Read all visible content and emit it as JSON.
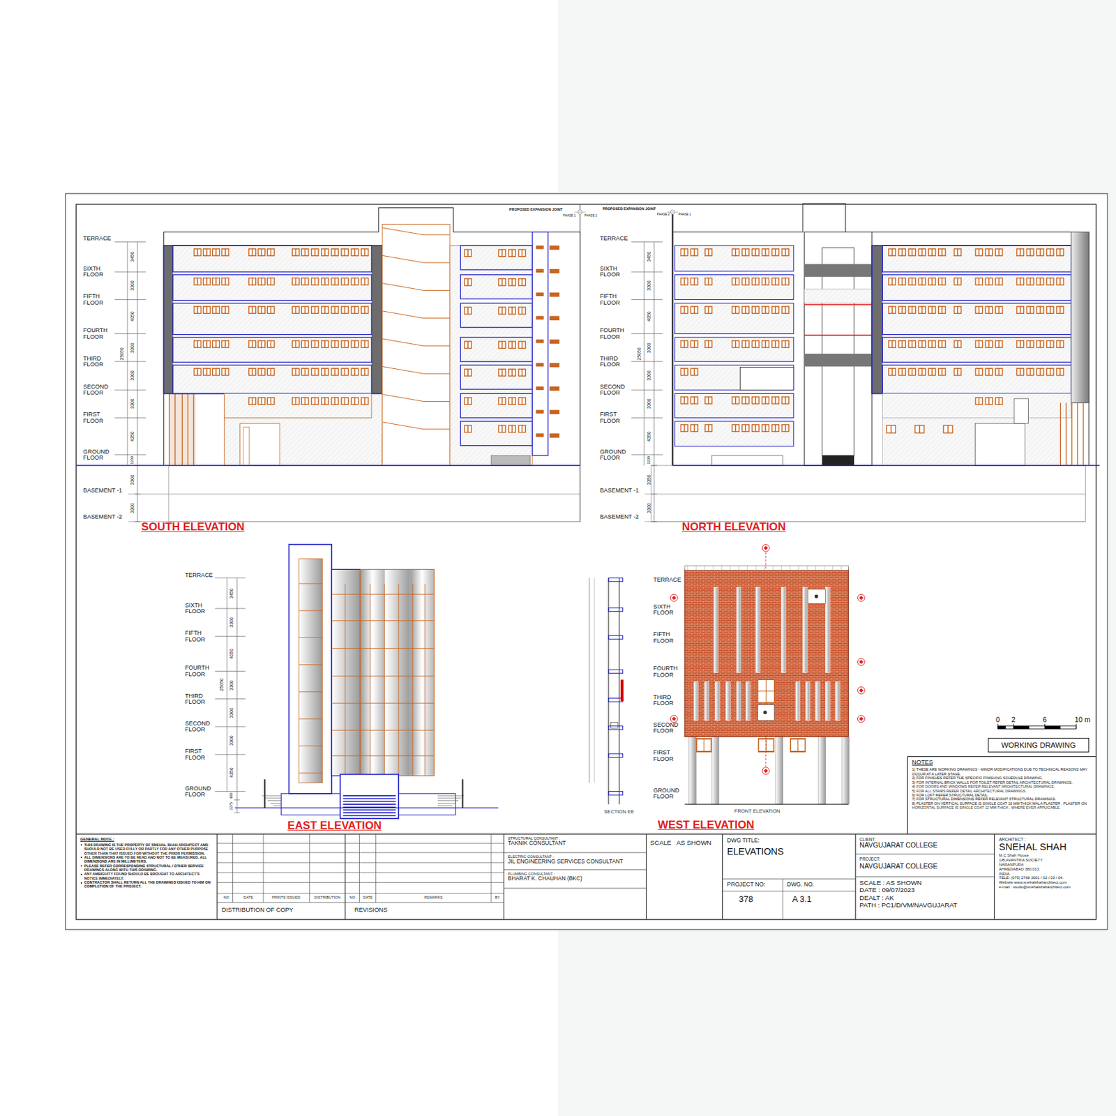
{
  "diagram": {
    "nodes": [
      {
        "text": [
          "WORKING DRAWING"
        ]
      },
      {
        "text": [
          "NOTES",
          "1) THESE ARE WORKING DRAWINGS - MINOR MODIFICATIONS DUE TO TECHNICAL REASONS MAY OCCUR AT A LATER STAGE.",
          "2) FOR FINISHES REFER THE SPECIFIC FINISHING SCHEDULE DRAWING.",
          "3) FOR INTERNAL BRICK WALLS FOR TOILET REFER DETAIL ARCHITECTURAL DRAWINGS.",
          "4) FOR DOORS AND WINDOWS REFER RELEVANT ARCHITECTURAL DRAWINGS.",
          "5) FOR ALL STAIRS REFER DETAIL ARCHITECTURAL DRAWINGS.",
          "6) FOR LOFT REFER STRUCTURAL DETAIL.",
          "7) FOR STRUCTURAL DIMENSIONS REFER RELEVANT STRUCTURAL DRAWINGS.",
          "8) PLASTER ON VERTICAL SURFACE IS SINGLE COAT 15 MM THICK MALA PLASTER . PLASTER ON HORIZONTAL SURFACE IS SINGLE COAT 12 MM THICK . WHERE EVER APPLICABLE."
        ]
      },
      {
        "text": [
          "GENERAL NOTE :",
          "THIS DRAWING IS THE PROPERTY OF SNEHAL SHAH ARCHITECT AND SHOULD NOT BE USED FULLY OR PARTLY FOR ANY OTHER PURPOSE OTHER THAN THAT ISSUED FOR WITHOUT THE PRIOR PERMISSION.",
          "ALL DIMENSIONS ARE TO BE READ AND NOT TO BE MEASURED. ALL DIMENSIONS ARE IN MILLIMETERS.",
          "PLEASE REFER CORRESPONDING STRUCTURAL / OTHER SERVICE DRAWINGS ALONG WITH THIS DRAWING.",
          "ANY AMBIGUITY FOUND SHOULD BE BROUGHT TO ARCHITECT'S NOTICE IMMEDIATELY.",
          "CONTRACTOR SHALL RETURN ALL THE DRAWINGS ISSUED TO HIM ON COMPLETION OF THE PROJECT."
        ]
      },
      {
        "text": [
          "DISTRIBUTION OF COPY"
        ]
      },
      {
        "text": [
          "REVISIONS"
        ]
      },
      {
        "text": [
          "STRUCTURAL CONSULTANT :",
          "TAKNIK CONSULTANT"
        ]
      },
      {
        "text": [
          "ELECTRIC CONSULTANT :",
          "JIL ENGINEERING SERVICES CONSULTANT"
        ]
      },
      {
        "text": [
          "PLUMBING CONSULTANT :",
          "BHARAT K. CHAUHAN (BKC)"
        ]
      },
      {
        "text": [
          "SCALE",
          "AS SHOWN"
        ]
      },
      {
        "text": [
          "DWG TITLE:",
          "ELEVATIONS"
        ]
      },
      {
        "text": [
          "PROJECT NO:",
          "378"
        ]
      },
      {
        "text": [
          "DWG. NO.",
          "A 3.1"
        ]
      },
      {
        "text": [
          "CLIENT:",
          "NAVGUJARAT COLLEGE"
        ]
      },
      {
        "text": [
          "PROJECT:",
          "NAVGUJARAT COLLEGE"
        ]
      },
      {
        "text": [
          "SCALE : AS SHOWN",
          "DATE : 09/07/2023",
          "DEALT : AK",
          "PATH : PC1/D/VM/NAVGUJARAT"
        ]
      },
      {
        "text": [
          "ARCHITECT :",
          "SNEHAL SHAH",
          "M.C Shah House",
          "1/B,AVANTIKA SOCIETY",
          "NARANPURA",
          "AHMEDABAD 380 013.",
          "INDIA.",
          "TELE: (079) 2768 3001 / 02 / 03 / 04.",
          "Website:www.snehalshaharchitect.com",
          "e-mail : studio@snehalshaharchitect.com"
        ]
      }
    ],
    "labels": [
      "TERRACE",
      "SIXTH FLOOR",
      "FIFTH FLOOR",
      "FOURTH FLOOR",
      "THIRD FLOOR",
      "SECOND FLOOR",
      "FIRST FLOOR",
      "GROUND FLOOR",
      "BASEMENT -1",
      "BASEMENT -2",
      "3450",
      "3300",
      "4050",
      "3300",
      "3300",
      "3300",
      "4350",
      "1200",
      "3300",
      "3300",
      "25050",
      "TERRACE",
      "SIXTH FLOOR",
      "FIFTH FLOOR",
      "FOURTH FLOOR",
      "THIRD FLOOR",
      "SECOND FLOOR",
      "FIRST FLOOR",
      "GROUND FLOOR",
      "BASEMENT -1",
      "BASEMENT -2",
      "3450",
      "3300",
      "4050",
      "3300",
      "3300",
      "3300",
      "4350",
      "1200",
      "3350",
      "3300",
      "25050",
      "TERRACE",
      "SIXTH FLOOR",
      "FIFTH FLOOR",
      "FOURTH FLOOR",
      "THIRD FLOOR",
      "SECOND FLOOR",
      "FIRST FLOOR",
      "GROUND FLOOR",
      "3450",
      "3300",
      "4050",
      "3300",
      "3300",
      "3300",
      "4350",
      "900",
      "2275",
      "25050",
      "TERRACE",
      "SIXTH FLOOR",
      "FIFTH FLOOR",
      "FOURTH FLOOR",
      "THIRD FLOOR",
      "SECOND FLOOR",
      "FIRST FLOOR",
      "GROUND FLOOR",
      "PROPOSED EXPANSION JOINT",
      "PHASE 1",
      "PHASE 2",
      "PROPOSED EXPANSION JOINT",
      "PHASE 2",
      "PHASE 1",
      "SOUTH ELEVATION",
      "NORTH ELEVATION",
      "EAST ELEVATION",
      "WEST ELEVATION",
      "SECTION EE",
      "FRONT ELEVATION",
      "0",
      "2",
      "6",
      "10 m",
      "NO",
      "DATE",
      "PRINTS ISSUED",
      "DISTRIBUTION",
      "NO",
      "DATE",
      "REMARKS",
      "BY"
    ]
  }
}
